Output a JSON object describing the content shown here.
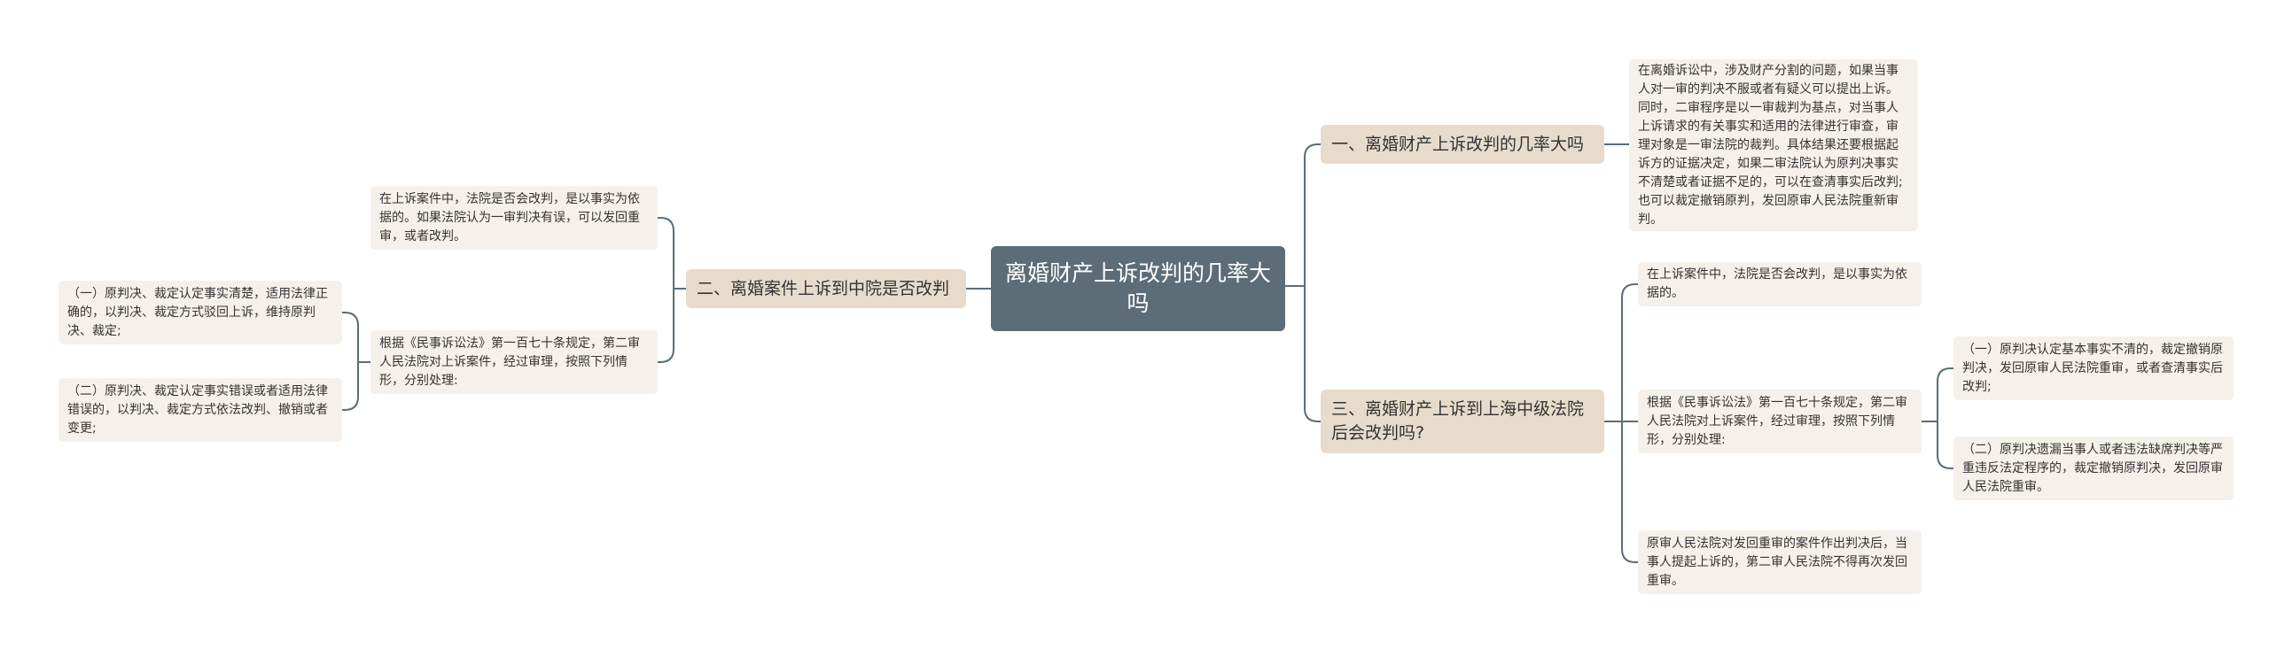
{
  "root": {
    "title": "离婚财产上诉改判的几率大吗"
  },
  "branches": {
    "b1": {
      "label": "一、离婚财产上诉改判的几率大吗"
    },
    "b2": {
      "label": "二、离婚案件上诉到中院是否改判"
    },
    "b3": {
      "label": "三、离婚财产上诉到上海中级法院后会改判吗?"
    }
  },
  "leaves": {
    "b1_text": "在离婚诉讼中，涉及财产分割的问题，如果当事人对一审的判决不服或者有疑义可以提出上诉。同时，二审程序是以一审裁判为基点，对当事人上诉请求的有关事实和适用的法律进行审查，审理对象是一审法院的裁判。具体结果还要根据起诉方的证据决定，如果二审法院认为原判决事实不清楚或者证据不足的，可以在查清事实后改判;也可以裁定撤销原判，发回原审人民法院重新审判。",
    "b2_basis": "在上诉案件中，法院是否会改判，是以事实为依据的。如果法院认为一审判决有误，可以发回重审，或者改判。",
    "b2_law": "根据《民事诉讼法》第一百七十条规定，第二审人民法院对上诉案件，经过审理，按照下列情形，分别处理:",
    "b2_case1": "（一）原判决、裁定认定事实清楚，适用法律正确的，以判决、裁定方式驳回上诉，维持原判决、裁定;",
    "b2_case2": "（二）原判决、裁定认定事实错误或者适用法律错误的，以判决、裁定方式依法改判、撤销或者变更;",
    "b3_basis": "在上诉案件中，法院是否会改判，是以事实为依据的。",
    "b3_law": "根据《民事诉讼法》第一百七十条规定，第二审人民法院对上诉案件，经过审理，按照下列情形，分别处理:",
    "b3_case1": "（一）原判决认定基本事实不清的，裁定撤销原判决，发回原审人民法院重审，或者查清事实后改判;",
    "b3_case2": "（二）原判决遗漏当事人或者违法缺席判决等严重违反法定程序的，裁定撤销原判决，发回原审人民法院重审。",
    "b3_retrial": "原审人民法院对发回重审的案件作出判决后，当事人提起上诉的，第二审人民法院不得再次发回重审。"
  },
  "colors": {
    "root_bg": "#5c6d77",
    "branch_bg": "#e7dccb",
    "leaf_bg": "#f5f1ea",
    "connector": "#5c6d77",
    "text": "#333333"
  }
}
